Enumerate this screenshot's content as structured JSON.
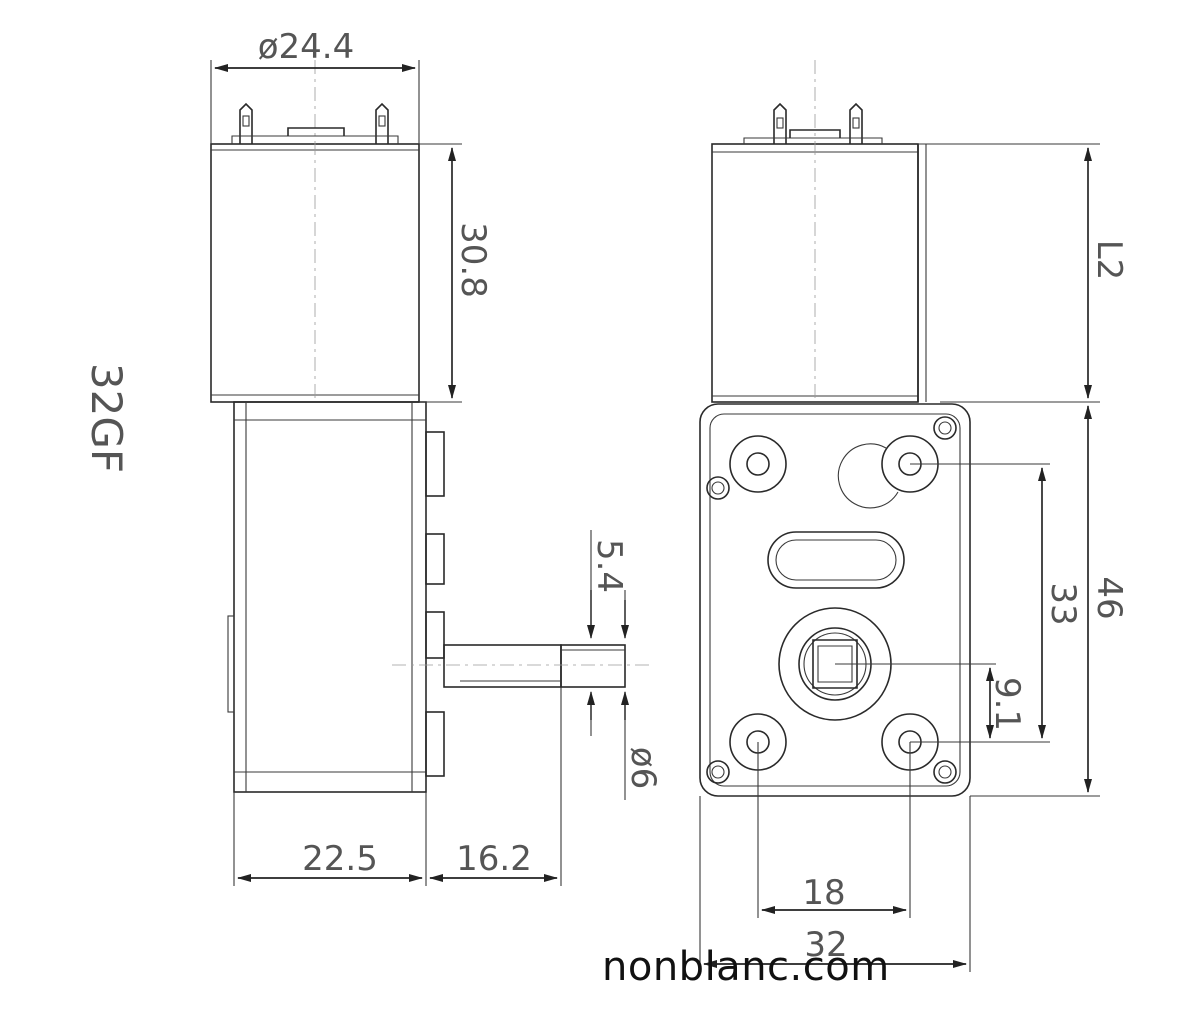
{
  "model_label": "32GF",
  "brand": "nonblanc.com",
  "dimensions": {
    "motor_diameter": "ø24.4",
    "motor_length": "30.8",
    "motor_length_side": "L2",
    "gearbox_height": "46",
    "mount_hole_vertical": "33",
    "shaft_offset": "9.1",
    "mount_hole_horizontal": "18",
    "gearbox_width": "32",
    "gearbox_depth": "22.5",
    "shaft_length": "16.2",
    "shaft_flat": "5.4",
    "shaft_diameter": "ø6"
  }
}
